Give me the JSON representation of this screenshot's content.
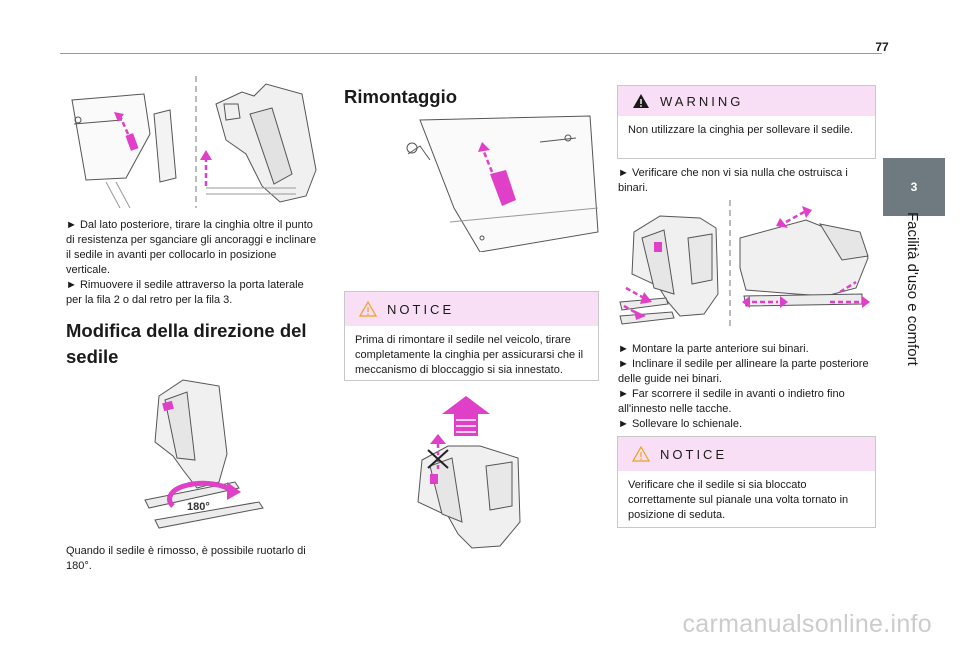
{
  "page": {
    "number": "77",
    "chapter_tab": "3",
    "chapter_title": "Facilità d'uso e comfort"
  },
  "col1": {
    "step1": "► Dal lato posteriore, tirare la cinghia oltre il punto di resistenza per sganciare gli ancoraggi e inclinare il sedile in avanti per collocarlo in posizione verticale.",
    "step2": "► Rimuovere il sedile attraverso la porta laterale per la fila 2 o dal retro per la fila 3.",
    "heading": "Modifica della direzione del sedile",
    "figure_label": "180°",
    "caption": "Quando il sedile è rimosso, è possibile ruotarlo di 180°."
  },
  "col2": {
    "heading": "Rimontaggio",
    "notice": {
      "title": "NOTICE",
      "text": "Prima di rimontare il sedile nel veicolo, tirare completamente la cinghia per assicurarsi che il meccanismo di bloccaggio si sia innestato."
    }
  },
  "col3": {
    "warning": {
      "title": "WARNING",
      "text": "Non utilizzare la cinghia per sollevare il sedile."
    },
    "step1": "► Verificare che non vi sia nulla che ostruisca i binari.",
    "steps": [
      "► Montare la parte anteriore sui binari.",
      "► Inclinare il sedile per allineare la parte posteriore delle guide nei binari.",
      "► Far scorrere il sedile in avanti o indietro fino all'innesto nelle tacche.",
      "► Sollevare lo schienale."
    ],
    "notice": {
      "title": "NOTICE",
      "text": "Verificare che il sedile si sia bloccato correttamente sul pianale una volta tornato in posizione di seduta."
    }
  },
  "watermark": "carmanualsonline.info",
  "colors": {
    "accent": "#e040c8",
    "notice_bg": "#f9dff5",
    "tab": "#6f7a80"
  }
}
